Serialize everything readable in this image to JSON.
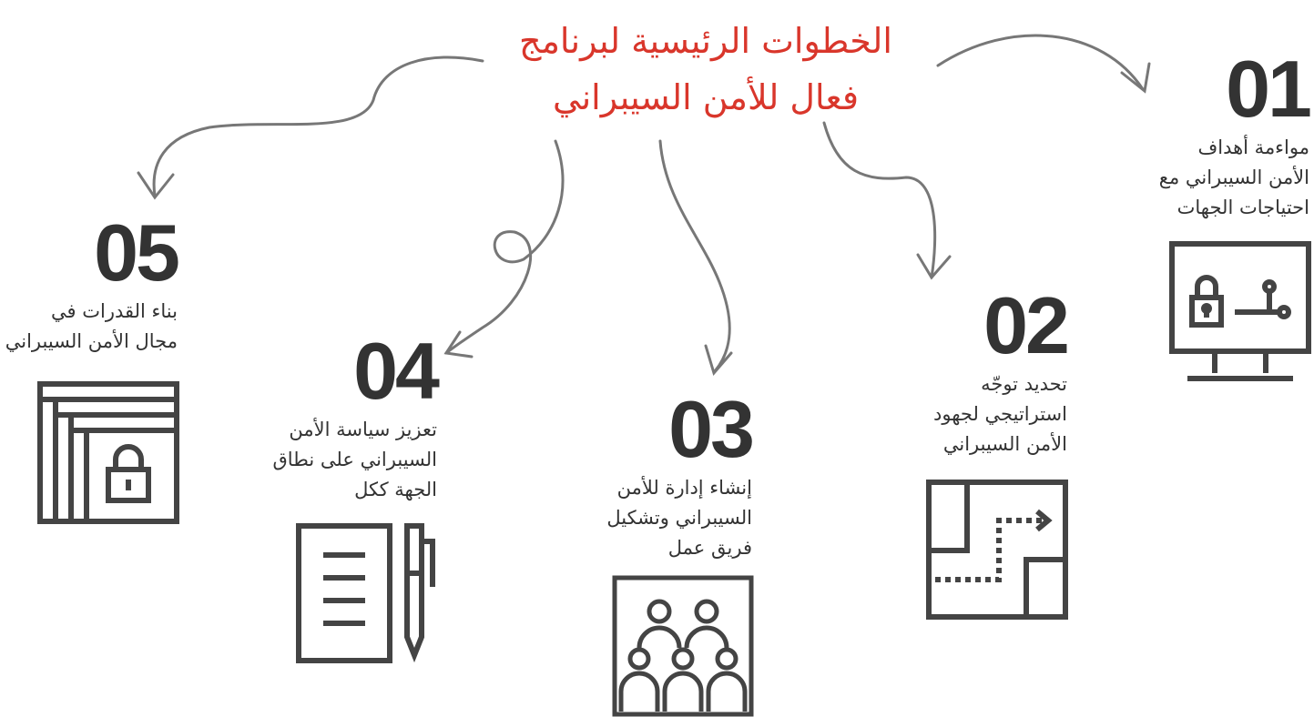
{
  "title": {
    "line1": "الخطوات الرئيسية لبرنامج",
    "line2": "فعال للأمن السيبراني"
  },
  "colors": {
    "title": "#d9362b",
    "text": "#333333",
    "arrow": "#777777"
  },
  "steps": [
    {
      "number": "01",
      "lines": [
        "مواءمة أهداف",
        "الأمن السيبراني مع",
        "احتياجات الجهات"
      ],
      "icon": "monitor-lock-icon"
    },
    {
      "number": "02",
      "lines": [
        "تحديد توجّه",
        "استراتيجي لجهود",
        "الأمن السيبراني"
      ],
      "icon": "floorplan-path-icon"
    },
    {
      "number": "03",
      "lines": [
        "إنشاء إدارة للأمن",
        "السيبراني وتشكيل",
        "فريق عمل"
      ],
      "icon": "team-icon"
    },
    {
      "number": "04",
      "lines": [
        "تعزيز سياسة الأمن",
        "السيبراني على نطاق",
        "الجهة ككل"
      ],
      "icon": "document-pen-icon"
    },
    {
      "number": "05",
      "lines": [
        "بناء القدرات في",
        "مجال الأمن السيبراني"
      ],
      "icon": "layered-lock-icon"
    }
  ]
}
